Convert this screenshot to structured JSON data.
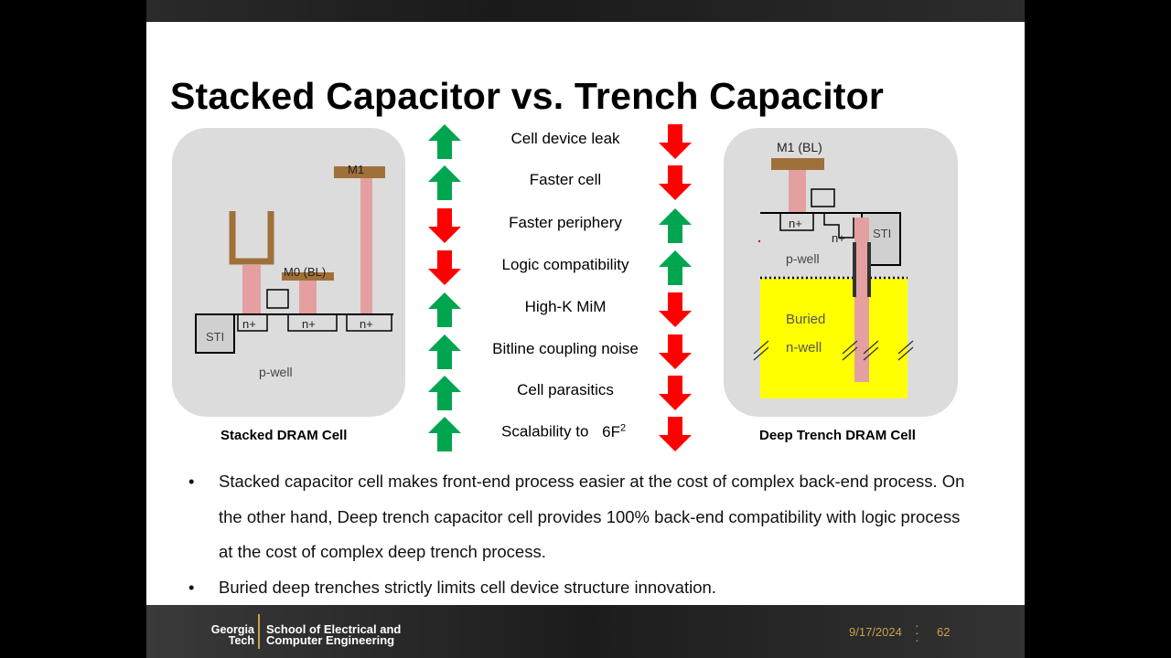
{
  "slide": {
    "title": "Stacked Capacitor vs. Trench Capacitor",
    "left_cell": {
      "caption": "Stacked DRAM Cell",
      "labels": {
        "m1": "M1",
        "m0": "M0 (BL)",
        "sti": "STI",
        "n1": "n+",
        "n2": "n+",
        "n3": "n+",
        "pwell": "p-well"
      }
    },
    "right_cell": {
      "caption": "Deep Trench DRAM Cell",
      "labels": {
        "m1": "M1 (BL)",
        "n1": "n+",
        "n2": "n+",
        "sti": "STI",
        "pwell": "p-well",
        "buried": "Buried",
        "nwell": "n-well"
      }
    },
    "comparison": [
      {
        "label": "Cell device leak",
        "stacked": "up",
        "trench": "down"
      },
      {
        "label": "Faster cell",
        "stacked": "up",
        "trench": "down"
      },
      {
        "label": "Faster periphery",
        "stacked": "down",
        "trench": "up"
      },
      {
        "label": "Logic compatibility",
        "stacked": "down",
        "trench": "up"
      },
      {
        "label": "High-K MiM",
        "stacked": "up",
        "trench": "down"
      },
      {
        "label": "Bitline coupling noise",
        "stacked": "up",
        "trench": "down"
      },
      {
        "label": "Cell parasitics",
        "stacked": "up",
        "trench": "down"
      },
      {
        "label": "Scalability to",
        "stacked": "up",
        "trench": "down"
      }
    ],
    "scalability_base": "6F",
    "scalability_exp": "2",
    "bullets": [
      "Stacked capacitor cell makes front-end process easier at the cost of complex back-end process. On the other hand, Deep trench capacitor cell provides 100% back-end compatibility with logic process at the cost of complex deep trench process.",
      "Buried deep trenches strictly limits cell device structure innovation."
    ],
    "bullet_marker": "•",
    "colors": {
      "up": "#00a54f",
      "down": "#ff0000",
      "metal": "#a0703a",
      "poly": "#e4a0a0",
      "buried": "#ffff00",
      "accent": "#c8a24a"
    }
  },
  "footer": {
    "org_line1": "Georgia",
    "org_line2": "Tech",
    "school_line1": "School of Electrical and",
    "school_line2": "Computer Engineering",
    "date": "9/17/2024",
    "page": "62"
  }
}
